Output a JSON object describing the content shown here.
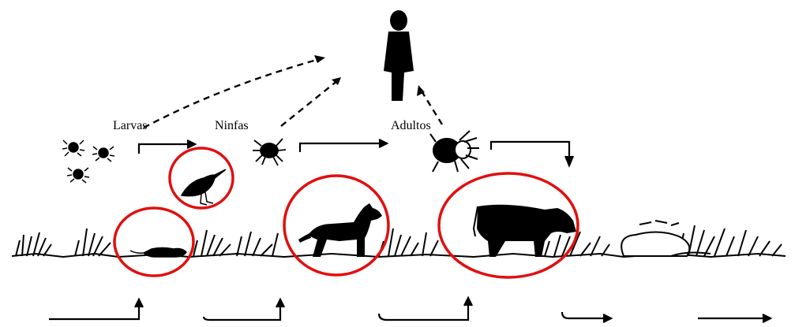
{
  "labels": {
    "larvas": "Larvas",
    "ninfas": "Ninfas",
    "adultos": "Adultos"
  },
  "colors": {
    "ink": "#000000",
    "highlight": "#e10f0f",
    "background": "#ffffff"
  },
  "figures": {
    "human": "human-figure-icon",
    "bird": "bird-icon",
    "rodent": "rodent-icon",
    "dog": "dog-icon",
    "cow": "cow-icon",
    "larva": "larva-tick-icon",
    "nymph": "nymph-tick-icon",
    "adult": "adult-tick-icon",
    "eggs": "egg-mass-icon"
  }
}
